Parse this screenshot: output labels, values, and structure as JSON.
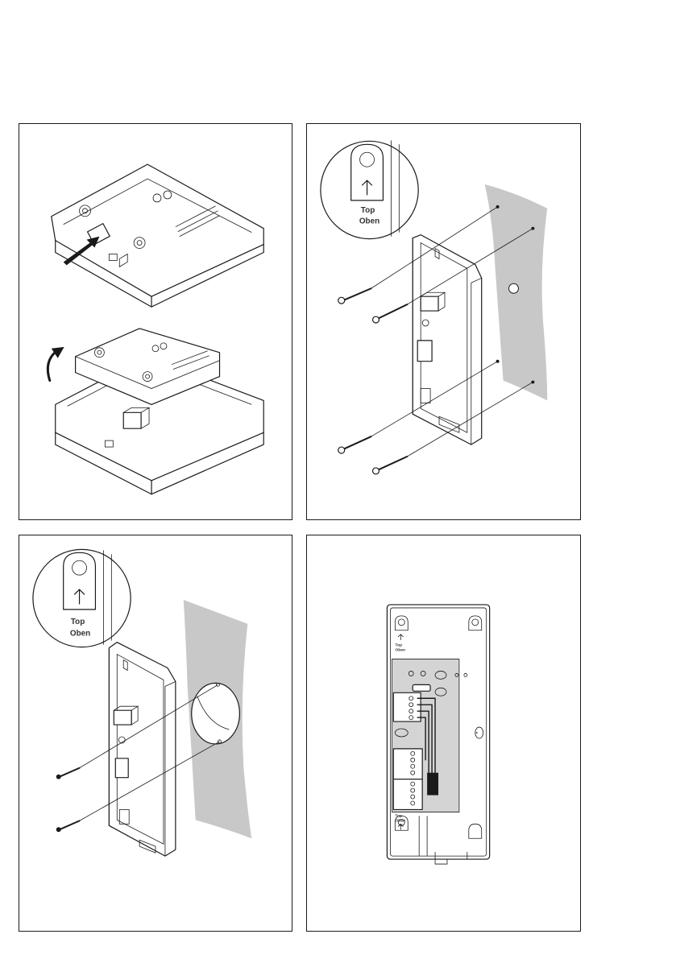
{
  "panels": {
    "panel2": {
      "top_label": "Top",
      "oben_label": "Oben"
    },
    "panel3": {
      "top_label": "Top",
      "oben_label": "Oben"
    },
    "panel4": {
      "top_label": "Top",
      "oben_label": "Oben"
    }
  }
}
